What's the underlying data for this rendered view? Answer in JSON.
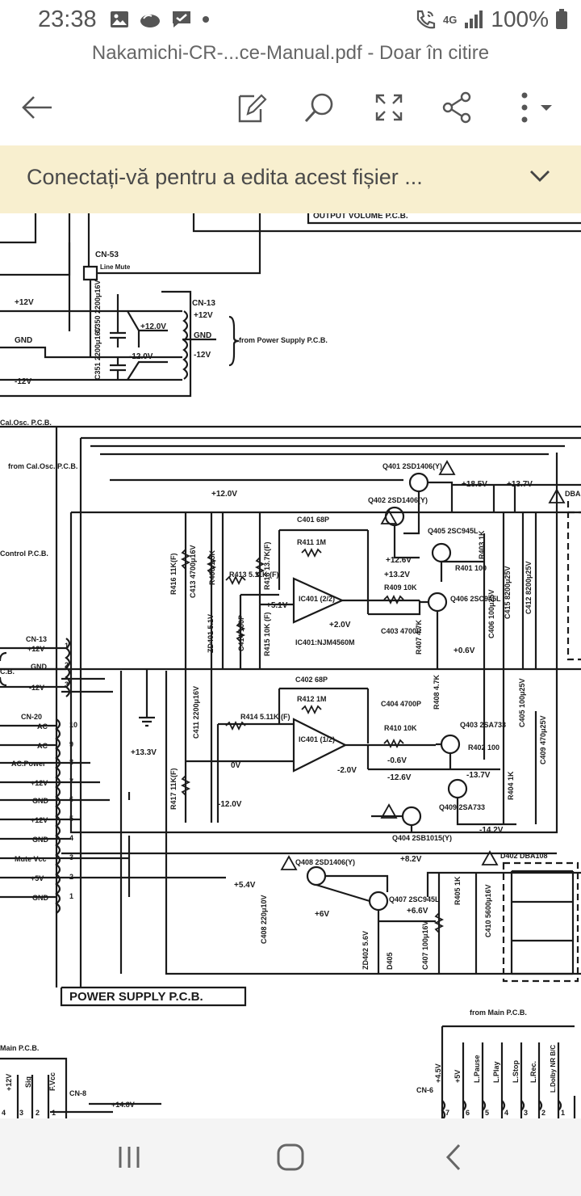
{
  "status": {
    "time": "23:38",
    "network": "4G",
    "battery": "100%"
  },
  "title": "Nakamichi-CR-...ce-Manual.pdf - Doar în citire",
  "toolbar": {
    "icons": [
      "back-arrow-icon",
      "edit-icon",
      "search-icon",
      "expand-icon",
      "share-icon",
      "more-icon"
    ]
  },
  "banner": {
    "text": "Conectați-vă pentru a edita acest fișier ..."
  },
  "schematic": {
    "top_box": "OUTPUT VOLUME P.C.B.",
    "cn53": "CN-53",
    "line_mute": "Line Mute",
    "cn13": "CN-13",
    "p12": "+12V",
    "gnd": "GND",
    "m12": "-12V",
    "c350": "C350 2200μ16V",
    "c351": "C351 2200μ16V",
    "p120v": "+12.0V",
    "m120v": "-12.0V",
    "from_ps": "from Power Supply P.C.B.",
    "cal_osc": "Cal.Osc. P.C.B.",
    "from_cal": "from Cal.Osc. P.C.B.",
    "control": "Control P.C.B.",
    "q401": "Q401 2SD1406(Y)",
    "q402": "Q402 2SD1406(Y)",
    "q405": "Q405 2SC945L",
    "q406": "Q406 2SC945L",
    "q403": "Q403 2SA733",
    "q409": "Q409 2SA733",
    "q404": "Q404 2SB1015(Y)",
    "q408": "Q408 2SD1406(Y)",
    "q407": "Q407 2SC945L",
    "v185": "+18.5V",
    "v137": "+13.7V",
    "v126": "+12.6V",
    "v132": "+13.2V",
    "v51": "+5.1V",
    "v20": "+2.0V",
    "v06": "+0.6V",
    "vm06": "-0.6V",
    "vm126": "-12.6V",
    "vm137": "-13.7V",
    "vm142": "-14.2V",
    "vm20": "-2.0V",
    "v0": "0V",
    "v133": "+13.3V",
    "v54": "+5.4V",
    "v6": "+6V",
    "v82": "+8.2V",
    "v66": "+6.6V",
    "c401": "C401 68P",
    "r411": "R411 1M",
    "c402": "C402 68P",
    "r412": "R412 1M",
    "ic401a": "IC401 (2/2)",
    "ic401b": "IC401 (1/2)",
    "ic401n": "IC401:NJM4560M",
    "r416": "R416 11K(F)",
    "r417": "R417 11K(F)",
    "c413": "C413 4700μ16V",
    "r406": "R406 1.5K",
    "r413": "R413 5.11K (F)",
    "r414": "R414 5.11K (F)",
    "r418": "R418 13.7K(F)",
    "r415": "R415 10K (F)",
    "zd401": "ZD401 5.1V",
    "c414": "C414 100P",
    "r409": "R409 10K",
    "r410": "R410 10K",
    "c403": "C403 4700P",
    "c404": "C404 4700P",
    "r407": "R407 4.7K",
    "r408": "R408 4.7K",
    "r401": "R401 100",
    "r402": "R402 100",
    "r403": "R403 1K",
    "r404": "R404 1K",
    "r405": "R405 1K",
    "c406": "C406 100μ25V",
    "c405": "C405 100μ25V",
    "c415": "C415 8200μ25V",
    "c412": "C412 8200μ25V",
    "c409": "C409 470μ25V",
    "c411": "C411 2200μ16V",
    "c408": "C408 220μ10V",
    "c407": "C407 100μ16V",
    "c410": "C410 5600μ16V",
    "zd402": "ZD402 5.6V",
    "d405": "D405",
    "d402": "D402 DBA108",
    "dba": "DBA",
    "cn20": "CN-20",
    "cn20_pins": [
      "AC",
      "AC",
      "AC.Power",
      "+12V",
      "GND",
      "+12V",
      "GND",
      "Mute Vcc",
      "+5V",
      "GND"
    ],
    "cn20_nums": [
      "10",
      "9",
      "8",
      "7",
      "6",
      "5",
      "4",
      "3",
      "2",
      "1"
    ],
    "cn13_nums": [
      "1",
      "2",
      "3"
    ],
    "power_supply": "POWER SUPPLY P.C.B.",
    "main_pcb": "Main P.C.B.",
    "from_main": "from Main P.C.B.",
    "cn8": "CN-8",
    "cn6": "CN-6",
    "v148": "+14.8V",
    "bl_pins": [
      "+12V",
      "Sig",
      "F.Vcc"
    ],
    "bl_nums": [
      "4",
      "3",
      "2",
      "1"
    ],
    "cn6_pins": [
      "+4.5V",
      "+5V",
      "L.Pause",
      "L.Play",
      "L.Stop",
      "L.Rec.",
      "L.Dolby NR B/C"
    ],
    "cn6_nums": [
      "7",
      "6",
      "5",
      "4",
      "3",
      "2",
      "1"
    ],
    "cb": "C.B."
  }
}
